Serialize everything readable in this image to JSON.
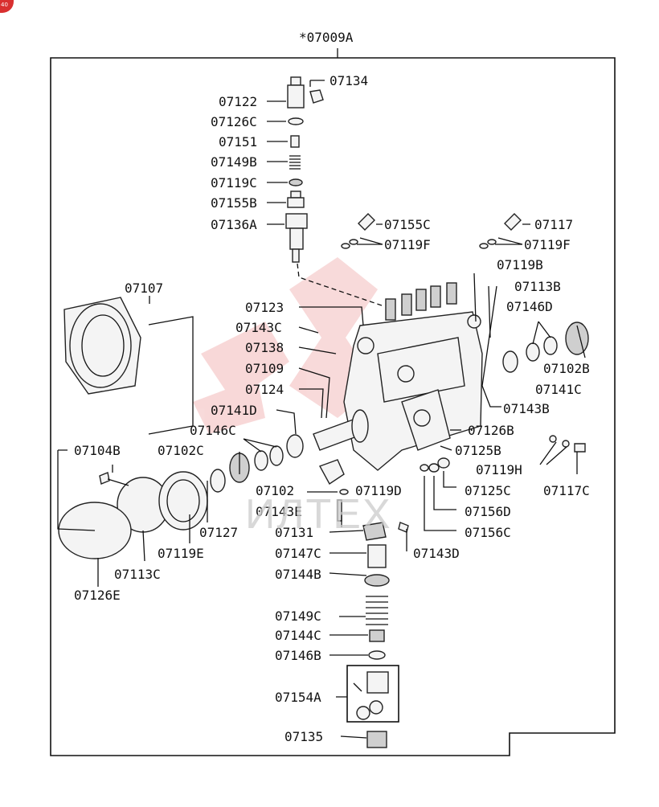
{
  "header": {
    "assembly_code": "*07009A"
  },
  "corner_badge": "40",
  "watermark": {
    "text": "ИЛТЕХ"
  },
  "labels": {
    "p07134": "07134",
    "p07122": "07122",
    "p07126C": "07126C",
    "p07151": "07151",
    "p07149B": "07149B",
    "p07119C": "07119C",
    "p07155B": "07155B",
    "p07136A": "07136A",
    "p07155C": "07155C",
    "p07119F_a": "07119F",
    "p07117": "07117",
    "p07119F_b": "07119F",
    "p07119B": "07119B",
    "p07113B": "07113B",
    "p07107": "07107",
    "p07123": "07123",
    "p07143C": "07143C",
    "p07138": "07138",
    "p07109": "07109",
    "p07124": "07124",
    "p07141D": "07141D",
    "p07146D": "07146D",
    "p07102B": "07102B",
    "p07141C": "07141C",
    "p07143B": "07143B",
    "p07146C": "07146C",
    "p07126B": "07126B",
    "p07104B": "07104B",
    "p07102C": "07102C",
    "p07125B": "07125B",
    "p07119H": "07119H",
    "p07102": "07102",
    "p07119D": "07119D",
    "p07125C": "07125C",
    "p07117C": "07117C",
    "p07143E": "07143E",
    "p07156D": "07156D",
    "p07127": "07127",
    "p07131": "07131",
    "p07156C": "07156C",
    "p07119E": "07119E",
    "p07147C": "07147C",
    "p07143D": "07143D",
    "p07113C": "07113C",
    "p07144B": "07144B",
    "p07126E": "07126E",
    "p07149C": "07149C",
    "p07144C": "07144C",
    "p07146B": "07146B",
    "p07154A": "07154A",
    "p07135": "07135"
  }
}
